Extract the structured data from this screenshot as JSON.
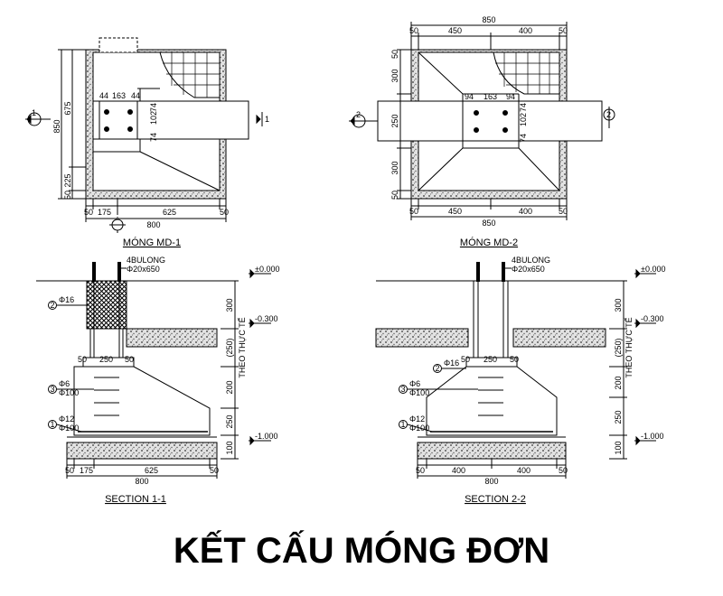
{
  "page": {
    "title": "KẾT CẤU MÓNG ĐƠN",
    "colors": {
      "ink": "#000000",
      "background": "#ffffff",
      "concrete_fill": "#d9d9d9"
    }
  },
  "plan_md1": {
    "title": "MÓNG MD-1",
    "section_mark_left": "1",
    "section_mark_right": "1",
    "dims": {
      "left_total": "850",
      "left_upper": "675",
      "left_lower": "225",
      "left_edge": "50",
      "bottom_a": "50",
      "bottom_b": "175",
      "bottom_c": "625",
      "bottom_d": "50",
      "bottom_total": "800",
      "bolt_a": "44",
      "bolt_b": "163",
      "bolt_c": "44",
      "bolt_v1": "74",
      "bolt_v2": "102",
      "bolt_v3": "74"
    }
  },
  "plan_md2": {
    "title": "MÓNG MD-2",
    "section_mark_left": "2",
    "section_mark_right": "2",
    "dims": {
      "top_total": "850",
      "top_a": "50",
      "top_b": "450",
      "top_c": "400",
      "top_d": "50",
      "left_a": "300",
      "left_b": "250",
      "left_c": "300",
      "left_d": "50",
      "left_e": "50",
      "bottom_a": "50",
      "bottom_b": "450",
      "bottom_c": "400",
      "bottom_d": "50",
      "bottom_total": "850",
      "bolt_a": "94",
      "bolt_b": "163",
      "bolt_c": "94",
      "bolt_v1": "74",
      "bolt_v2": "102",
      "bolt_v3": "74"
    }
  },
  "section_11": {
    "title": "SECTION 1-1",
    "bolt_label_1": "4BULONG",
    "bolt_label_2": "Φ20x650",
    "callout_2": "2",
    "callout_2_text": "Φ16",
    "callout_3": "3",
    "callout_3_text_1": "Φ6",
    "callout_3_text_2": "Φ100",
    "callout_1": "1",
    "callout_1_text_1": "Φ12",
    "callout_1_text_2": "Φ100",
    "level_top": "±0.000",
    "level_mid": "-0.300",
    "level_bot": "-1.000",
    "vert_dims": [
      "300",
      "(250)",
      "200",
      "250",
      "100"
    ],
    "theo_thuc_te": "THEO THỰC TẾ",
    "pedestal_dims": [
      "50",
      "250",
      "50"
    ],
    "bottom_dims": [
      "50",
      "175",
      "625",
      "50"
    ],
    "bottom_total": "800"
  },
  "section_22": {
    "title": "SECTION 2-2",
    "bolt_label_1": "4BULONG",
    "bolt_label_2": "Φ20x650",
    "callout_2": "2",
    "callout_2_text": "Φ16",
    "callout_3": "3",
    "callout_3_text_1": "Φ6",
    "callout_3_text_2": "Φ100",
    "callout_1": "1",
    "callout_1_text_1": "Φ12",
    "callout_1_text_2": "Φ100",
    "level_top": "±0.000",
    "level_mid": "-0.300",
    "level_bot": "-1.000",
    "vert_dims": [
      "300",
      "(250)",
      "200",
      "250",
      "100"
    ],
    "theo_thuc_te": "THEO THỰC TẾ",
    "pedestal_dims": [
      "50",
      "250",
      "50"
    ],
    "bottom_dims": [
      "50",
      "400",
      "400",
      "50"
    ],
    "bottom_total": "800"
  }
}
